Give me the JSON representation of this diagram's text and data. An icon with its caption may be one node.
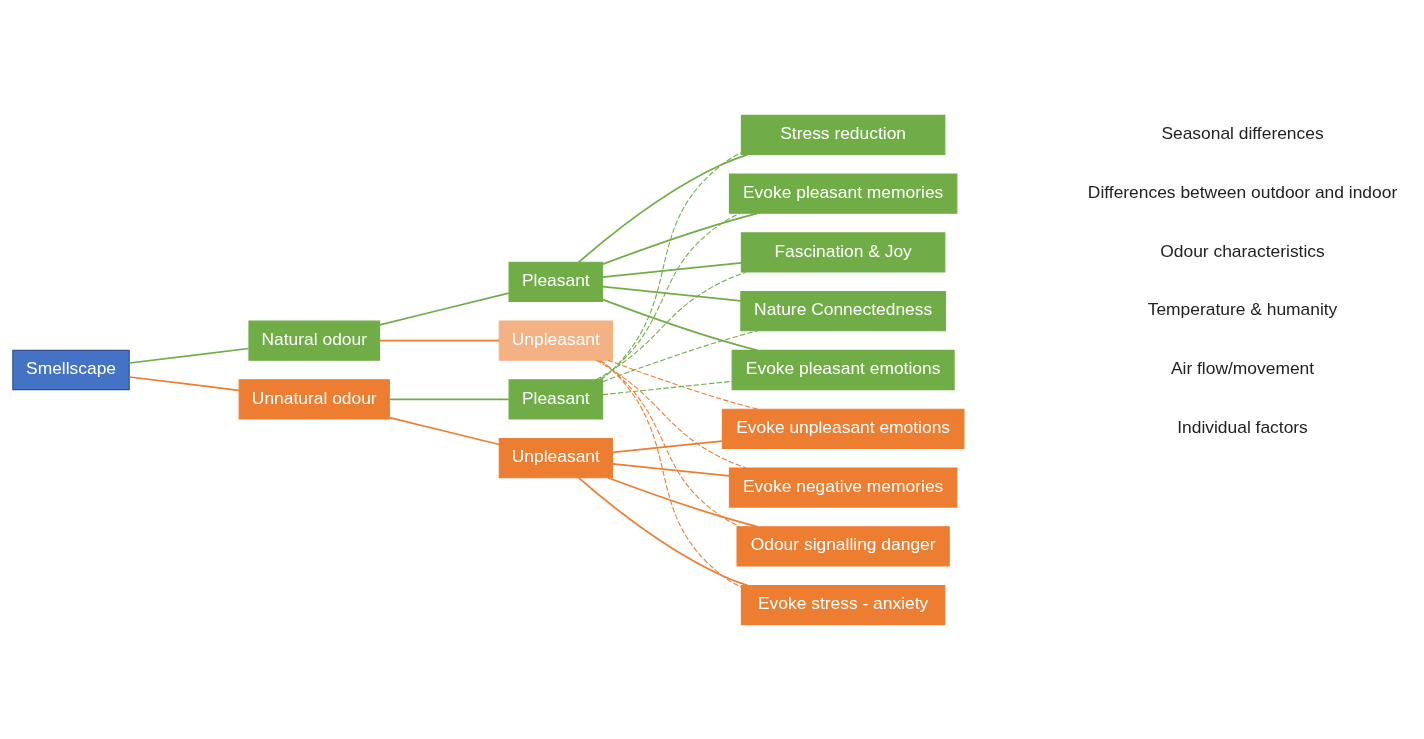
{
  "diagram": {
    "nodes": [
      {
        "text": [
          "Smellscape"
        ]
      },
      {
        "text": [
          "Natural odour"
        ]
      },
      {
        "text": [
          "Pleasant"
        ]
      },
      {
        "text": [
          "Unpleasant"
        ]
      },
      {
        "text": [
          "Unnatural odour"
        ]
      },
      {
        "text": [
          "Pleasant"
        ]
      },
      {
        "text": [
          "Unpleasant"
        ]
      },
      {
        "text": [
          "Stress reduction"
        ]
      },
      {
        "text": [
          "Evoke pleasant memories"
        ]
      },
      {
        "text": [
          "Fascination & Joy"
        ]
      },
      {
        "text": [
          "Nature Connectedness"
        ]
      },
      {
        "text": [
          "Evoke pleasant emotions"
        ]
      },
      {
        "text": [
          "Evoke unpleasant emotions"
        ]
      },
      {
        "text": [
          "Evoke negative memories"
        ]
      },
      {
        "text": [
          "Odour signalling danger"
        ]
      },
      {
        "text": [
          "Evoke stress - anxiety"
        ]
      }
    ],
    "edges": [
      {
        "from": 0,
        "to": 1,
        "arrow": "none"
      },
      {
        "from": 0,
        "to": 4,
        "arrow": "none",
        "color": "#ed7d31"
      },
      {
        "from": 1,
        "to": 2,
        "arrow": "none"
      },
      {
        "from": 1,
        "to": 3,
        "arrow": "none",
        "color": "#ed7d31"
      },
      {
        "from": 4,
        "to": 5,
        "arrow": "none"
      },
      {
        "from": 4,
        "to": 6,
        "arrow": "none",
        "color": "#ed7d31"
      },
      {
        "from": 2,
        "to": 7,
        "arrow": "none"
      },
      {
        "from": 2,
        "to": 8,
        "arrow": "none"
      },
      {
        "from": 2,
        "to": 9,
        "arrow": "none"
      },
      {
        "from": 2,
        "to": 10,
        "arrow": "none"
      },
      {
        "from": 2,
        "to": 11,
        "arrow": "none"
      },
      {
        "from": 5,
        "to": 7,
        "arrow": "none",
        "style": "dashed"
      },
      {
        "from": 5,
        "to": 8,
        "arrow": "none",
        "style": "dashed"
      },
      {
        "from": 5,
        "to": 9,
        "arrow": "none",
        "style": "dashed"
      },
      {
        "from": 5,
        "to": 10,
        "arrow": "none",
        "style": "dashed"
      },
      {
        "from": 5,
        "to": 11,
        "arrow": "none",
        "style": "dashed"
      },
      {
        "from": 3,
        "to": 12,
        "arrow": "none",
        "style": "dashed",
        "color": "#ed7d31"
      },
      {
        "from": 3,
        "to": 13,
        "arrow": "none",
        "style": "dashed",
        "color": "#ed7d31"
      },
      {
        "from": 3,
        "to": 14,
        "arrow": "none",
        "style": "dashed",
        "color": "#ed7d31"
      },
      {
        "from": 3,
        "to": 15,
        "arrow": "none",
        "style": "dashed",
        "color": "#ed7d31"
      },
      {
        "from": 6,
        "to": 12,
        "arrow": "none",
        "color": "#ed7d31"
      },
      {
        "from": 6,
        "to": 13,
        "arrow": "none",
        "color": "#ed7d31"
      },
      {
        "from": 6,
        "to": 14,
        "arrow": "none",
        "color": "#ed7d31"
      },
      {
        "from": 6,
        "to": 15,
        "arrow": "none",
        "color": "#ed7d31"
      }
    ],
    "labels": [
      "Seasonal differences",
      "Differences between outdoor and indoor",
      "Odour characteristics",
      "Temperature & humanity",
      "Air flow/movement",
      "Individual factors"
    ]
  }
}
